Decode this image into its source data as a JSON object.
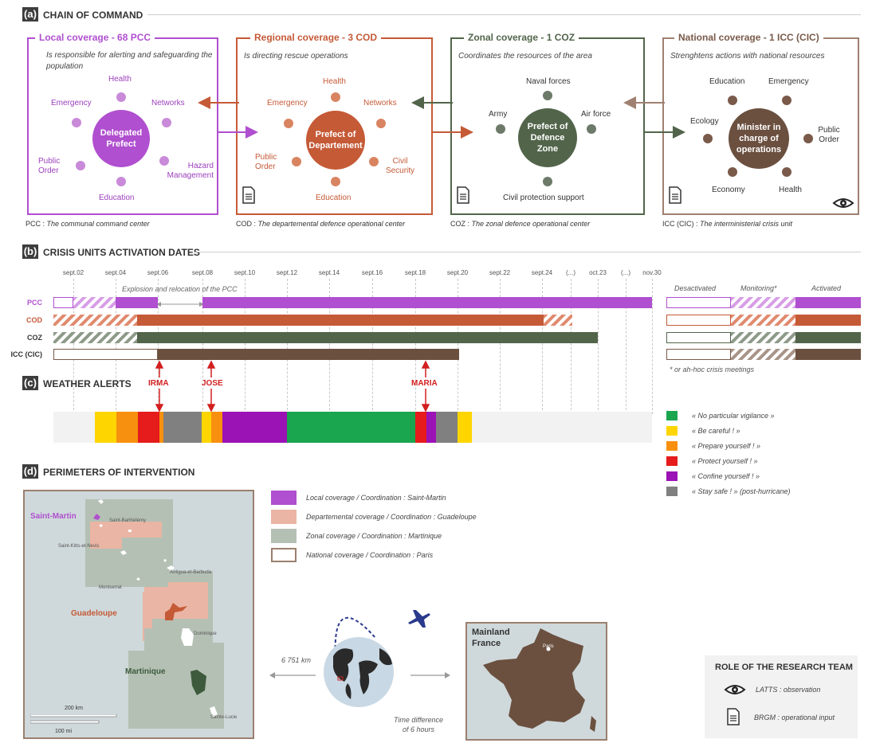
{
  "panels": {
    "a": {
      "letter": "(a)",
      "title": "CHAIN OF COMMAND"
    },
    "b": {
      "letter": "(b)",
      "title": "CRISIS UNITS ACTIVATION DATES"
    },
    "c": {
      "letter": "(c)",
      "title": "WEATHER ALERTS"
    },
    "d": {
      "letter": "(d)",
      "title": "PERIMETERS OF INTERVENTION"
    }
  },
  "colors": {
    "local": "#b04fcf",
    "regional": "#c55a37",
    "zonal": "#52654b",
    "national": "#7a5a4a",
    "arrow_red": "#c55a37",
    "arrow_green": "#52654b",
    "arrow_brown": "#a08070"
  },
  "chain": {
    "local": {
      "title": "Local coverage - 68 PCC",
      "desc": "Is responsible for alerting and safeguarding the population",
      "center": "Delegated Prefect",
      "nodes": [
        "Health",
        "Networks",
        "Hazard Management",
        "Education",
        "Public Order",
        "Emergency"
      ],
      "caption_abbr": "PCC :",
      "caption_text": "The communal command center"
    },
    "regional": {
      "title": "Regional coverage - 3 COD",
      "desc": "Is directing rescue operations",
      "center": "Prefect of Departement",
      "nodes": [
        "Health",
        "Networks",
        "Civil Security",
        "Education",
        "Public Order",
        "Emergency"
      ],
      "caption_abbr": "COD :",
      "caption_text": "The departemental defence operational center"
    },
    "zonal": {
      "title": "Zonal coverage - 1 COZ",
      "desc": "Coordinates the resources of the area",
      "center": "Prefect of Defence Zone",
      "nodes": [
        "Naval forces",
        "Air force",
        "Civil protection support",
        "Army"
      ],
      "caption_abbr": "COZ :",
      "caption_text": "The zonal defence operational center"
    },
    "national": {
      "title": "National coverage - 1 ICC (CIC)",
      "desc": "Strenghtens actions with national resources",
      "center": "Minister in charge of operations",
      "nodes": [
        "Education",
        "Emergency",
        "Public Order",
        "Health",
        "Economy",
        "Ecology"
      ],
      "caption_abbr": "ICC (CIC) :",
      "caption_text": "The interministerial crisis unit"
    }
  },
  "timeline": {
    "dates": [
      "sept.02",
      "sept.04",
      "sept.06",
      "sept.08",
      "sept.10",
      "sept.12",
      "sept.14",
      "sept.16",
      "sept.18",
      "sept.20",
      "sept.22",
      "sept.24",
      "(...)",
      "oct.23",
      "(...)",
      "nov.30"
    ],
    "annotation": "Explosion and relocation of the PCC",
    "rows": [
      "PCC",
      "COD",
      "COZ",
      "ICC (CIC)"
    ],
    "legend_headers": [
      "Desactivated",
      "Monitoring*",
      "Activated"
    ],
    "footnote": "* or ah-hoc crisis meetings"
  },
  "weather": {
    "storms": [
      "IRMA",
      "JOSE",
      "MARIA"
    ],
    "legend": [
      {
        "label": "« No particular vigilance »",
        "color": "#1aa54f"
      },
      {
        "label": "« Be careful ! »",
        "color": "#ffd500"
      },
      {
        "label": "« Prepare yourself ! »",
        "color": "#f7900f"
      },
      {
        "label": "« Protect yourself ! »",
        "color": "#e61b1b"
      },
      {
        "label": "« Confine yourself ! »",
        "color": "#9b12b5"
      },
      {
        "label": "« Stay safe ! » (post-hurricane)",
        "color": "#808080"
      }
    ]
  },
  "map": {
    "legend": [
      {
        "label": "Local coverage / Coordination : Saint-Martin",
        "color": "#b04fcf"
      },
      {
        "label": "Departemental coverage / Coordination : Guadeloupe",
        "color": "#eab5a4"
      },
      {
        "label": "Zonal coverage / Coordination : Martinique",
        "color": "#b4c0b4"
      },
      {
        "label": "National coverage / Coordination : Paris",
        "color": "#ffffff"
      }
    ],
    "islands": {
      "saint_martin": "Saint-Martin",
      "guadeloupe": "Guadeloupe",
      "martinique": "Martinique",
      "saint_barthelemy": "Saint-Barthélémy",
      "saint_kitts": "Saint-Kitts-et-Nevis",
      "antigua": "Antigua-et-Barbuda",
      "montserrat": "Montserrat",
      "dominique": "Dominique",
      "sainte_lucie": "Sainte-Lucie"
    },
    "scale_km": "200 km",
    "scale_mi": "100 mi",
    "distance": "6 751 km",
    "time_diff": "Time difference of 6 hours",
    "mainland": "Mainland France",
    "paris": "Paris"
  },
  "research_team": {
    "title": "ROLE OF THE RESEARCH TEAM",
    "eye_label": "LATTS : observation",
    "doc_label": "BRGM : operational input"
  }
}
